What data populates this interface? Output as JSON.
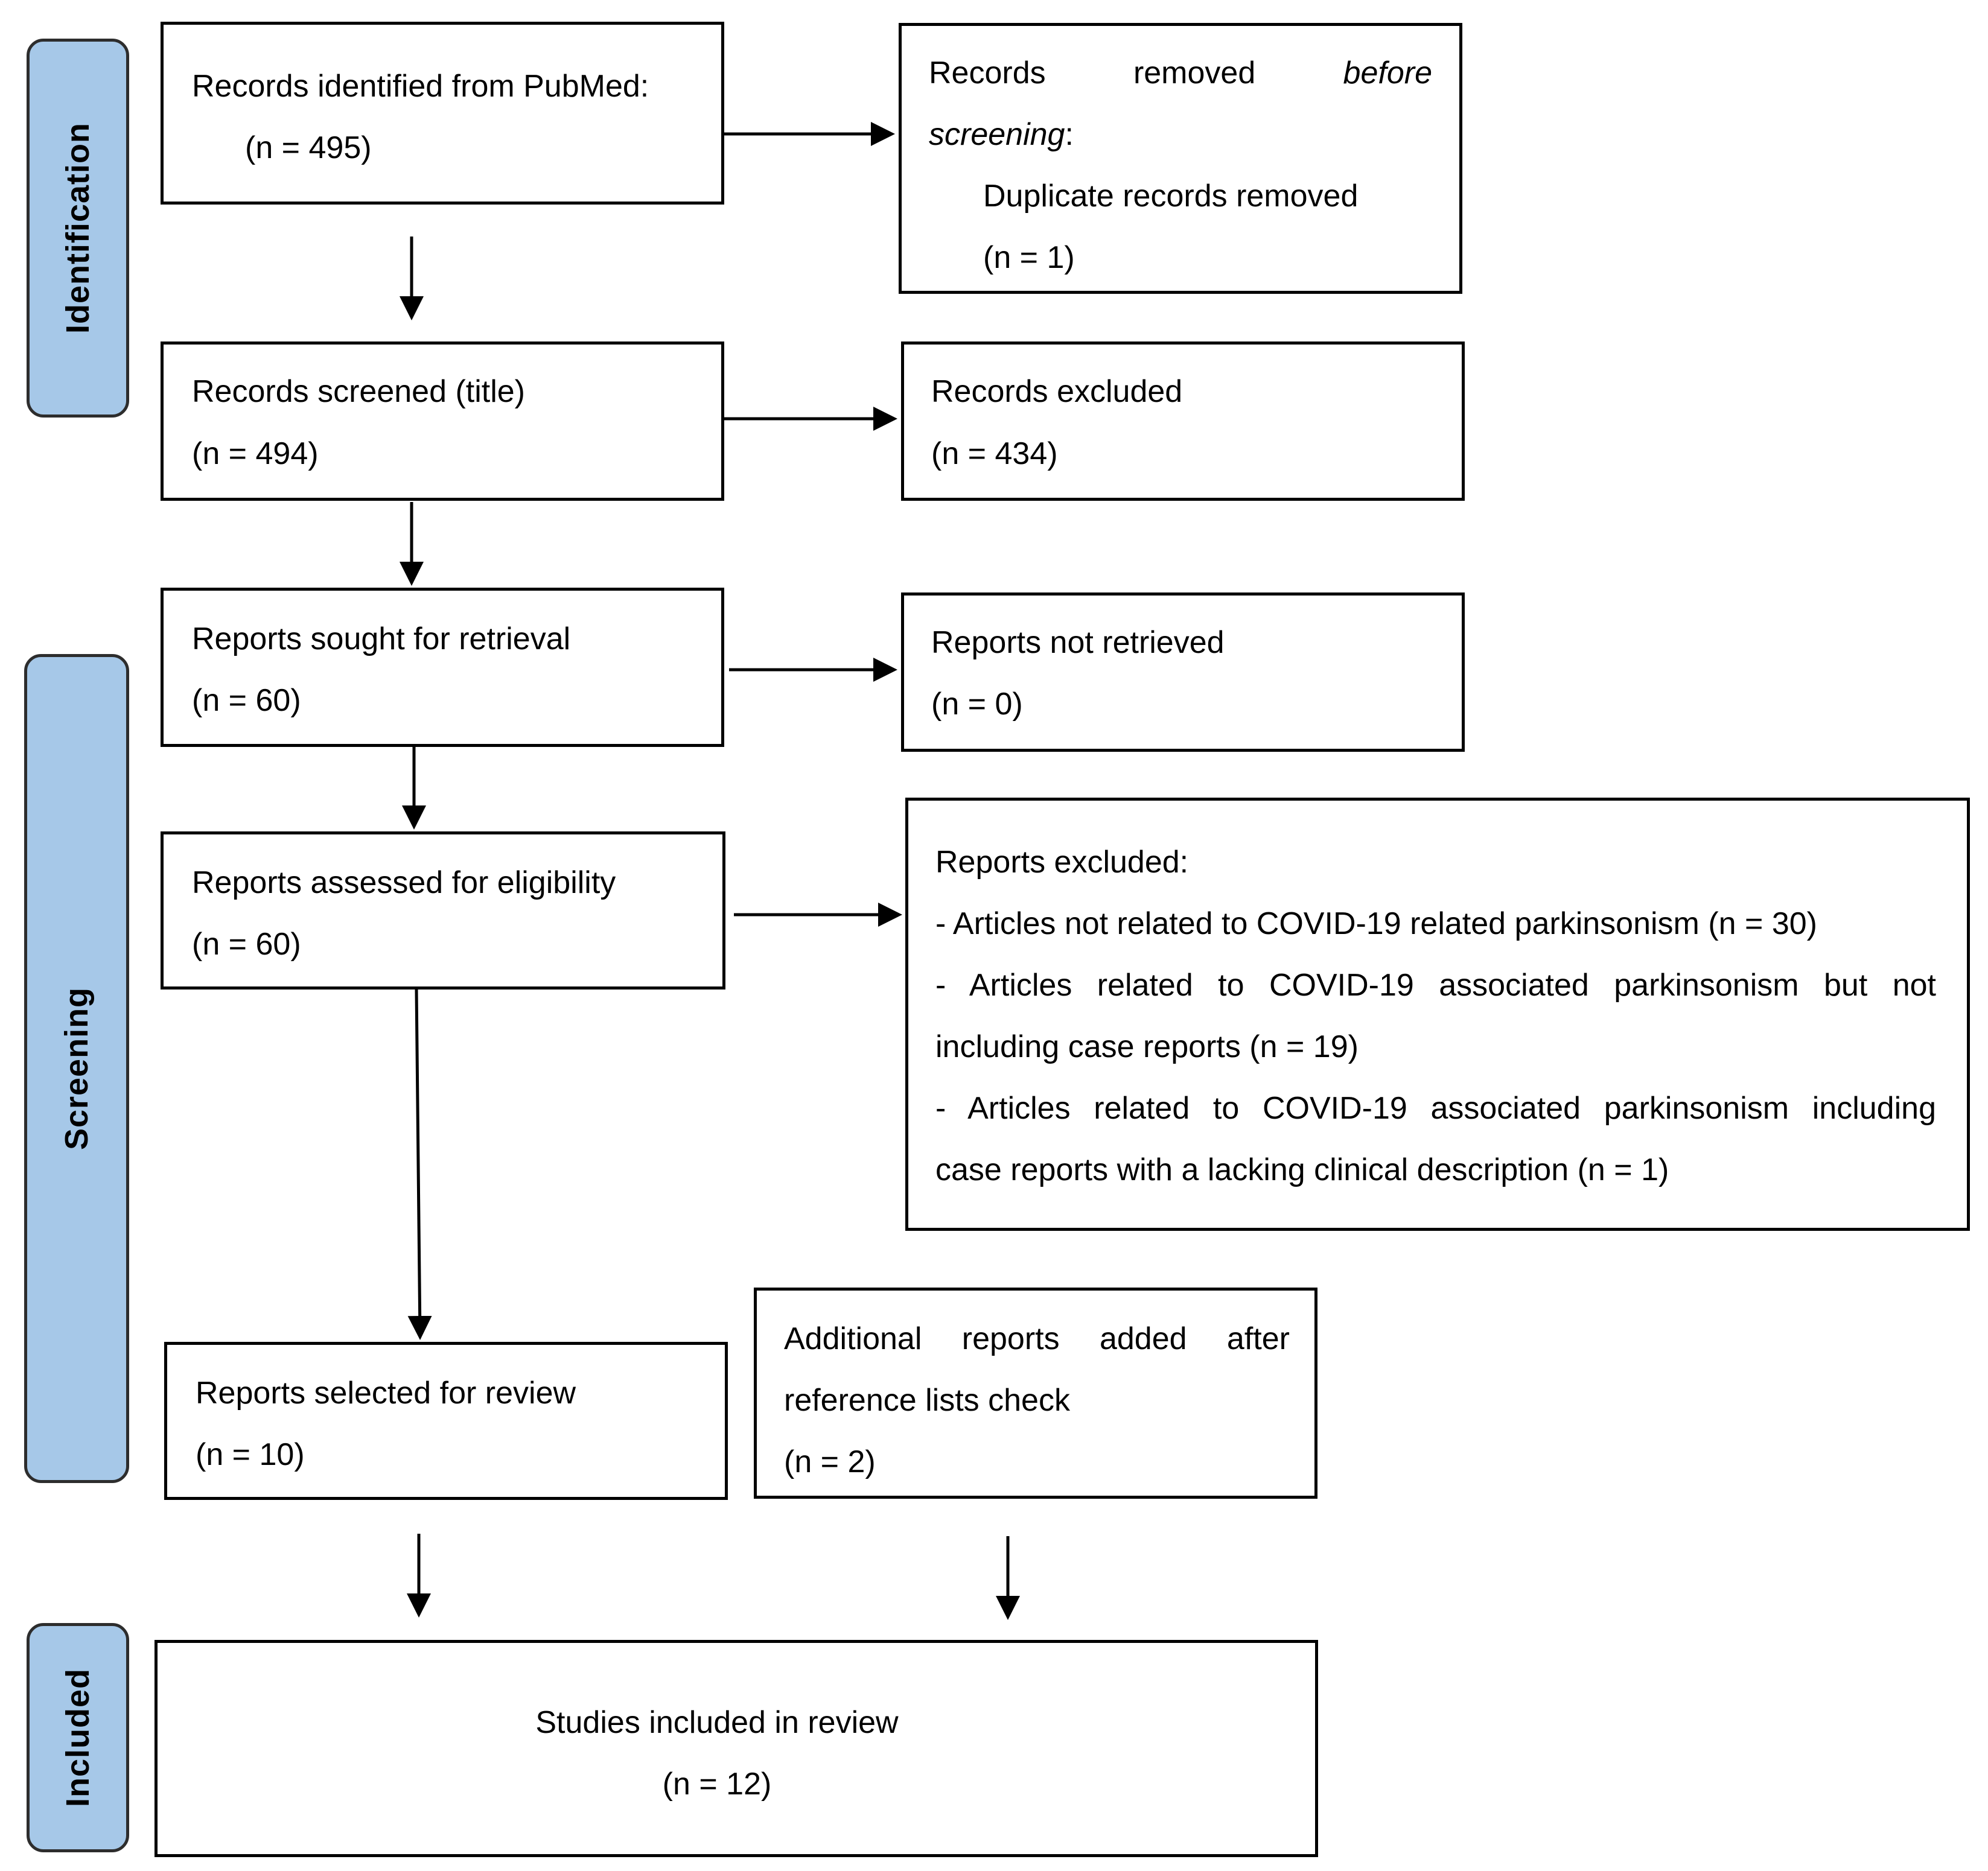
{
  "stages": {
    "identification": "Identification",
    "screening": "Screening",
    "included": "Included"
  },
  "identified": {
    "label": "Records identified from PubMed:",
    "count": "(n = 495)"
  },
  "removed": {
    "word_records": "Records",
    "word_removed": "removed",
    "word_before": "before",
    "word_screening": "screening",
    "colon": ":",
    "sub_label": "Duplicate records removed",
    "count": "(n = 1)"
  },
  "screened": {
    "label": "Records screened (title)",
    "count": "(n = 494)"
  },
  "excluded": {
    "label": "Records excluded",
    "count": "(n = 434)"
  },
  "sought": {
    "label": "Reports sought for retrieval",
    "count": "(n = 60)"
  },
  "not_retrieved": {
    "label": "Reports not retrieved",
    "count": "(n = 0)"
  },
  "assessed": {
    "label": "Reports assessed for eligibility",
    "count": "(n = 60)"
  },
  "reports_excluded": {
    "label": "Reports excluded:",
    "lines": [
      "- Articles not related to COVID-19 related parkinsonism (n = 30)",
      "- Articles related to COVID-19 associated parkinsonism but not",
      "including case reports (n = 19)",
      "- Articles related to COVID-19 associated parkinsonism including",
      "case reports with a lacking clinical description (n = 1)"
    ]
  },
  "selected": {
    "label": "Reports selected for review",
    "count": "(n = 10)"
  },
  "additional": {
    "line1": "Additional reports added after",
    "line2": "reference lists check",
    "count": "(n = 2)"
  },
  "included": {
    "label": "Studies included in review",
    "count": "(n = 12)"
  }
}
